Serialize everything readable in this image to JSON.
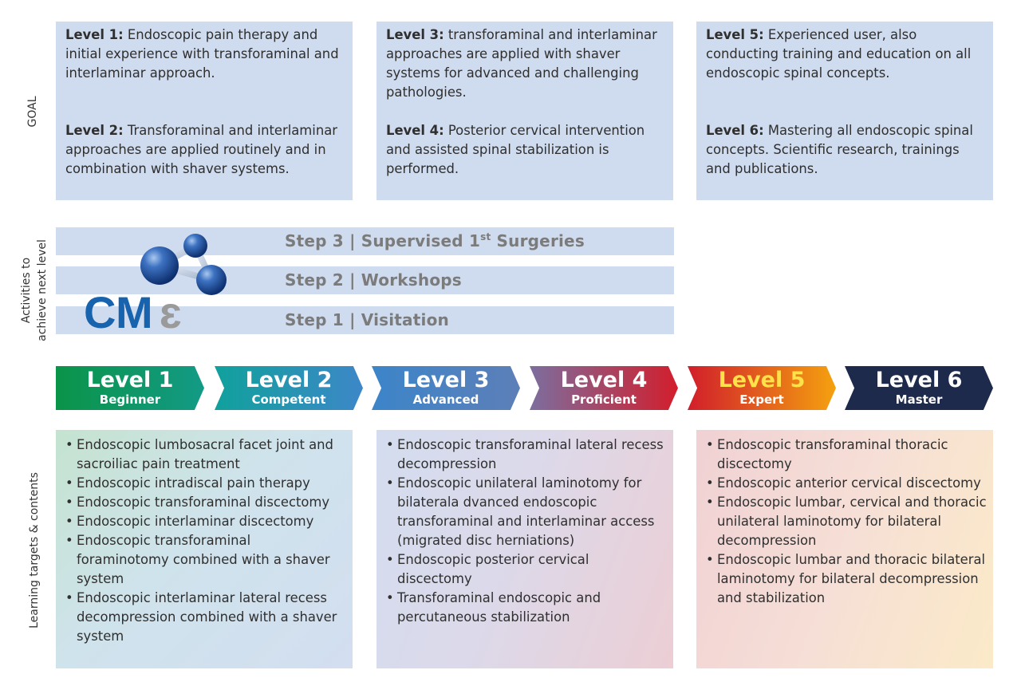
{
  "side_labels": {
    "goal": "GOAL",
    "activities_line1": "Activities to",
    "activities_line2": "achieve next level",
    "learning": "Learning targets & contents"
  },
  "goals": [
    {
      "a_level": "Level 1:",
      "a_text": " Endoscopic pain therapy and initial experience with transforaminal and interlaminar approach.",
      "b_level": "Level 2:",
      "b_text": " Transforaminal and interlaminar approaches are applied routinely and in combination with shaver systems."
    },
    {
      "a_level": "Level 3:",
      "a_text": " transforaminal and interlaminar approaches are applied with shaver systems for advanced and challenging pathologies.",
      "b_level": "Level 4:",
      "b_text": " Posterior cervical intervention and assisted spinal stabilization is performed."
    },
    {
      "a_level": "Level 5:",
      "a_text": " Experienced user, also conducting training and education on all endoscopic spinal concepts.",
      "b_level": "Level 6:",
      "b_text": " Mastering all endoscopic spinal concepts. Scientific research, trainings and publications."
    }
  ],
  "steps": {
    "step3_prefix": "Step 3 | Supervised 1",
    "step3_sup": "st",
    "step3_suffix": " Surgeries",
    "step2": "Step 2 | Workshops",
    "step1": "Step 1 | Visitation"
  },
  "logo": {
    "text_c": "C",
    "text_m": "M",
    "text_e": "ɛ",
    "icon": "molecule-icon"
  },
  "levels": [
    {
      "title": "Level 1",
      "sub": "Beginner",
      "color_from": "#0a9448",
      "color_to": "#139a86"
    },
    {
      "title": "Level 2",
      "sub": "Competent",
      "color_from": "#10a19c",
      "color_to": "#3d87c8"
    },
    {
      "title": "Level 3",
      "sub": "Advanced",
      "color_from": "#3c85c9",
      "color_to": "#5d7fb8"
    },
    {
      "title": "Level 4",
      "sub": "Proficient",
      "color_from": "#7c6e9f",
      "color_to": "#d21e2c"
    },
    {
      "title": "Level 5",
      "sub": "Expert",
      "color_from": "#d11e2b",
      "color_to": "#f4a10f"
    },
    {
      "title": "Level 6",
      "sub": "Master",
      "color_from": "#1d2a4b",
      "color_to": "#1d2a4b"
    }
  ],
  "contents": [
    {
      "items": [
        "Endoscopic lumbosacral facet joint and sacroiliac pain treatment",
        "Endoscopic intradiscal pain therapy",
        "Endoscopic transforaminal discectomy",
        "Endoscopic interlaminar discectomy",
        "Endoscopic transforaminal foraminotomy combined with a shaver system",
        "Endoscopic interlaminar lateral recess decompression combined with a shaver system"
      ]
    },
    {
      "items": [
        "Endoscopic transforaminal lateral recess decompression",
        "Endoscopic unilateral laminotomy for bilaterala dvanced endoscopic transforaminal and interlaminar access (migrated disc herniations)",
        "Endoscopic posterior cervical discectomy",
        "Transforaminal endoscopic and percutaneous stabilization"
      ]
    },
    {
      "items": [
        "Endoscopic transforaminal thoracic discectomy",
        "Endoscopic anterior cervical discectomy",
        "Endoscopic lumbar, cervical and thoracic unilateral laminotomy for bilateral decompression",
        "Endoscopic lumbar and thoracic bilateral laminotomy for bilateral decompression and stabilization"
      ]
    }
  ]
}
